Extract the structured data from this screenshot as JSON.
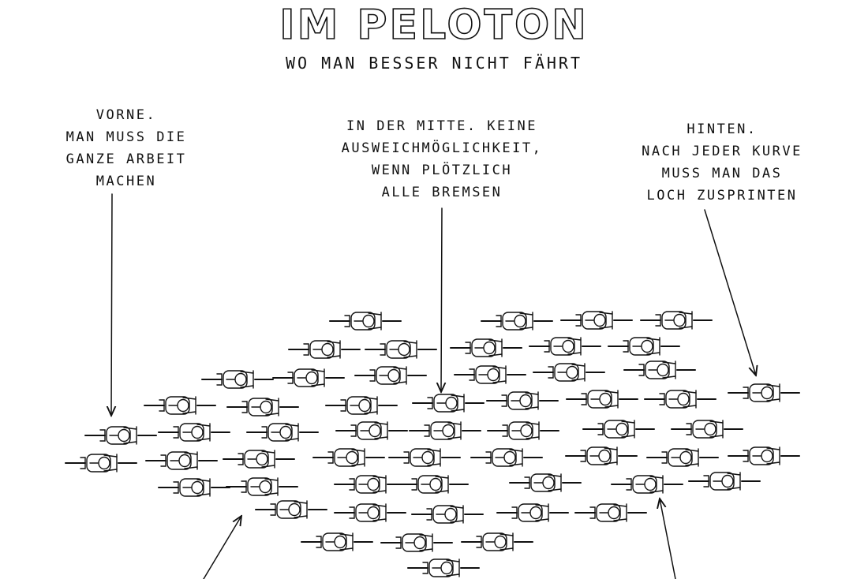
{
  "title": "IM PELOTON",
  "subtitle": "WO MAN BESSER NICHT FÄHRT",
  "labels": {
    "front": [
      "VORNE.",
      "MAN MUSS DIE",
      "GANZE ARBEIT",
      "MACHEN"
    ],
    "middle": [
      "IN DER MITTE. KEINE",
      "AUSWEICHMÖGLICHKEIT,",
      "WENN PLÖTZLICH",
      "ALLE BREMSEN"
    ],
    "back": [
      "HINTEN.",
      "NACH JEDER KURVE",
      "MUSS MAN DAS",
      "LOCH ZUSPRINTEN"
    ]
  },
  "colors": {
    "ink": "#111111",
    "background": "#ffffff"
  },
  "icons": {
    "rider": "cyclist-top-view-icon"
  }
}
